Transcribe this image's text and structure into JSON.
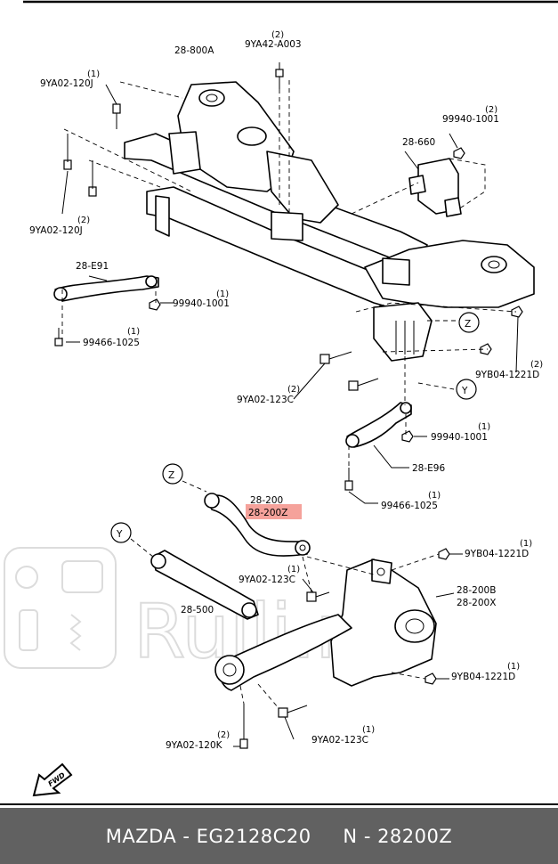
{
  "labels": {
    "l_28800A": "28-800A",
    "l_9YA42A003": "9YA42-A003",
    "l_9YA42A003_qty": "(2)",
    "l_9YA02120J_top": "9YA02-120J",
    "l_9YA02120J_top_qty": "(1)",
    "l_9YA02120J_bot": "9YA02-120J",
    "l_9YA02120J_bot_qty": "(2)",
    "l_99940_top": "99940-1001",
    "l_99940_top_qty": "(2)",
    "l_28660": "28-660",
    "l_28E91": "28-E91",
    "l_99940_mid": "99940-1001",
    "l_99940_mid_qty": "(1)",
    "l_99466_top": "99466-1025",
    "l_99466_top_qty": "(1)",
    "l_Z_top": "Z",
    "l_Y_top": "Y",
    "l_9YB04_top": "9YB04-1221D",
    "l_9YB04_top_qty": "(2)",
    "l_9YA02123C_mid": "9YA02-123C",
    "l_9YA02123C_mid_qty": "(2)",
    "l_99940_low": "99940-1001",
    "l_99940_low_qty": "(1)",
    "l_28E96": "28-E96",
    "l_99466_low": "99466-1025",
    "l_99466_low_qty": "(1)",
    "l_Z_low": "Z",
    "l_28200": "28-200",
    "l_28200Z": "28-200Z",
    "l_Y_low": "Y",
    "l_9YB04_r1": "9YB04-1221D",
    "l_9YB04_r1_qty": "(1)",
    "l_9YA02123C_low": "9YA02-123C",
    "l_9YA02123C_low_qty": "(1)",
    "l_28500": "28-500",
    "l_28200B": "28-200B",
    "l_28200X": "28-200X",
    "l_9YB04_r2": "9YB04-1221D",
    "l_9YB04_r2_qty": "(1)",
    "l_9YA02120K": "9YA02-120K",
    "l_9YA02120K_qty": "(2)",
    "l_9YA02123C_bot": "9YA02-123C",
    "l_9YA02123C_bot_qty": "(1)",
    "l_fwd": "FWD"
  },
  "watermark": "Rulli.ru",
  "highlight_color": "#f28b82",
  "footer": {
    "text": "MAZDA - EG2128C20     N - 28200Z"
  }
}
